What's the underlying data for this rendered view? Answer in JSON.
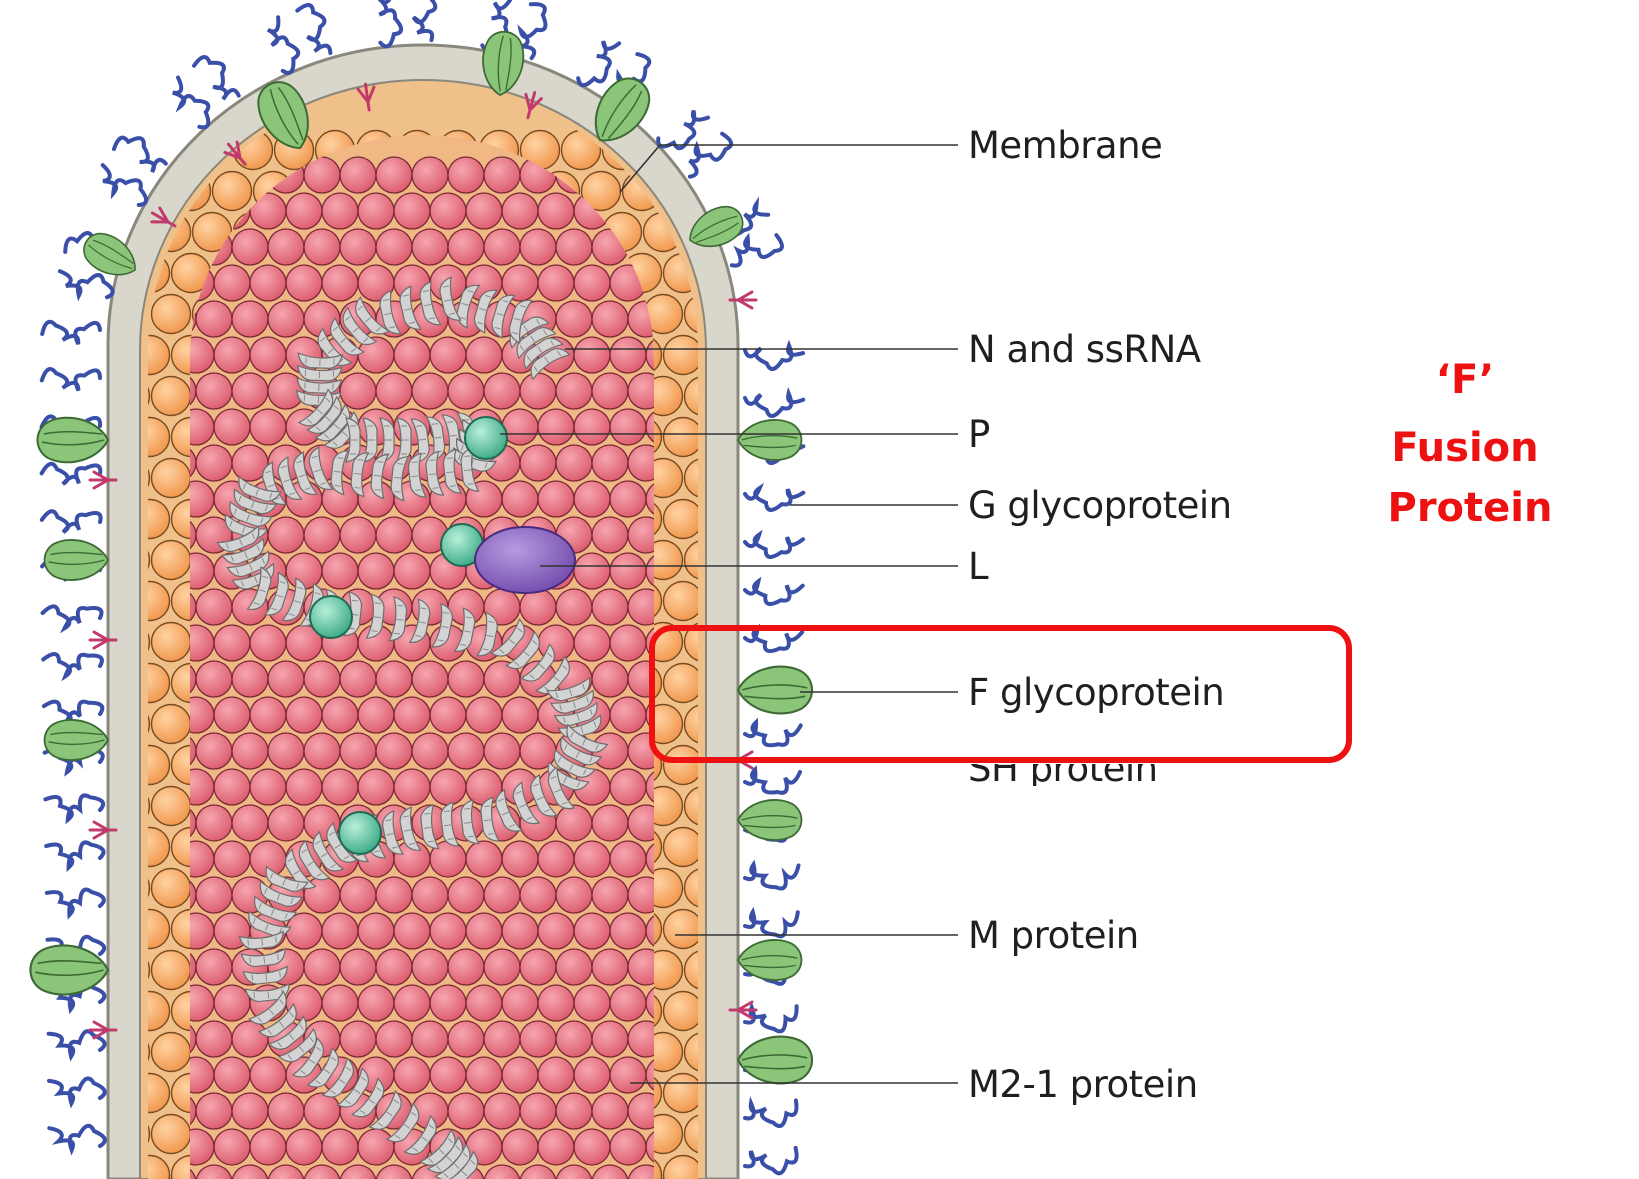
{
  "labels": {
    "membrane": "Membrane",
    "n_ssrna": "N and ssRNA",
    "p": "P",
    "g_glycoprotein": "G glycoprotein",
    "l": "L",
    "f_glycoprotein": "F glycoprotein",
    "sh_protein": "SH protein",
    "m_protein": "M protein",
    "m21_protein": "M2-1 protein"
  },
  "annotation": {
    "letter": "‘F’",
    "line1": "Fusion",
    "line2": "Protein"
  },
  "colors": {
    "membrane": "#d9d6cc",
    "m_protein": "#f4a660",
    "m21_protein": "#e66c7d",
    "nucleocapsid": "#c9c9c9",
    "p_protein": "#5cc7a2",
    "l_protein": "#8c5fbe",
    "g_glycoprotein": "#3a4fa8",
    "f_glycoprotein": "#7fb870",
    "sh_protein": "#c23a6c",
    "highlight": "#ee1111"
  }
}
